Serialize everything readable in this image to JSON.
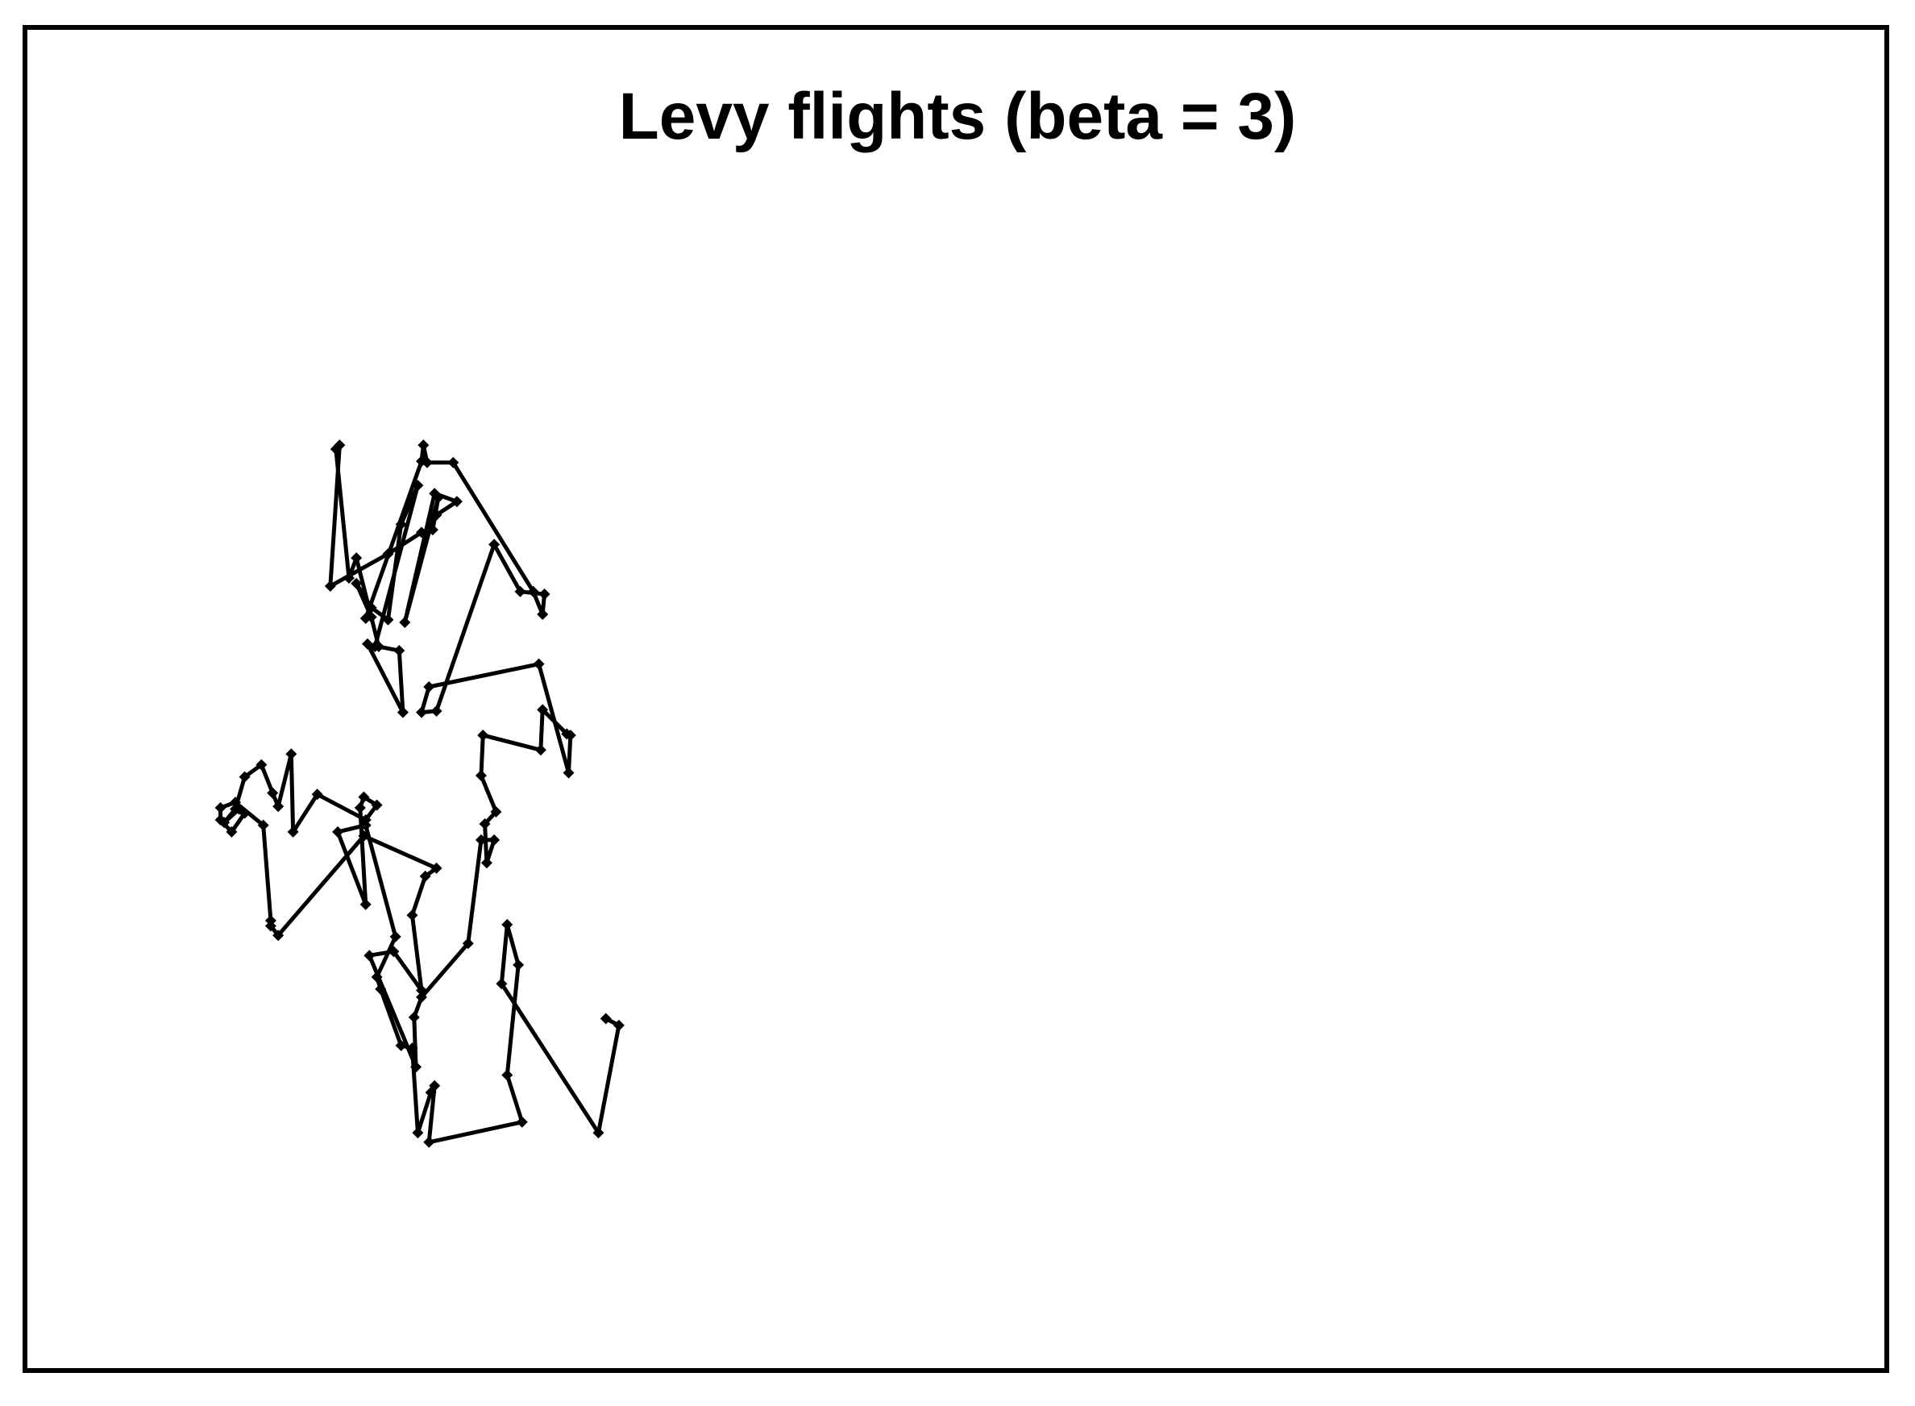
{
  "chart_data": {
    "type": "line",
    "title": "Levy flights (beta = 3)",
    "xlabel": "",
    "ylabel": "",
    "axes_visible": false,
    "grid": false,
    "legend": "none",
    "xlim": [
      0,
      1000
    ],
    "ylim": [
      0,
      1000
    ],
    "line_color": "#000000",
    "marker": "diamond",
    "series": [
      {
        "points": [
          [
            312,
            262
          ],
          [
            319,
            257
          ],
          [
            308,
            177
          ],
          [
            256,
            288
          ],
          [
            259,
            332
          ],
          [
            265,
            302
          ],
          [
            259,
            220
          ],
          [
            267,
            185
          ],
          [
            217,
            170
          ],
          [
            220,
            212
          ],
          [
            218,
            207
          ],
          [
            211,
            177
          ],
          [
            208,
            240
          ],
          [
            202,
            242
          ],
          [
            191,
            284
          ],
          [
            189,
            293
          ],
          [
            199,
            323
          ],
          [
            183,
            406
          ],
          [
            168,
            401
          ],
          [
            183,
            347
          ],
          [
            180,
            419
          ],
          [
            182,
            427
          ],
          [
            189,
            421
          ],
          [
            183,
            410
          ],
          [
            157,
            429
          ],
          [
            144,
            401
          ],
          [
            143,
            459
          ],
          [
            136,
            420
          ],
          [
            133,
            430
          ],
          [
            127,
            451
          ],
          [
            118,
            442
          ],
          [
            113,
            418
          ],
          [
            107,
            408
          ],
          [
            115,
            418
          ],
          [
            118,
            415
          ],
          [
            111,
            401
          ],
          [
            105,
            410
          ],
          [
            105,
            419
          ],
          [
            113,
            423
          ],
          [
            128,
            406
          ],
          [
            132,
            335
          ],
          [
            132,
            331
          ],
          [
            136,
            324
          ],
          [
            182,
            398
          ],
          [
            221,
            374
          ],
          [
            215,
            368
          ],
          [
            208,
            339
          ],
          [
            213,
            283
          ],
          [
            198,
            312
          ],
          [
            185,
            309
          ],
          [
            210,
            226
          ],
          [
            209,
            263
          ],
          [
            213,
            278
          ],
          [
            238,
            318
          ],
          [
            245,
            395
          ],
          [
            252,
            395
          ],
          [
            248,
            378
          ],
          [
            247,
            407
          ],
          [
            253,
            416
          ],
          [
            245,
            443
          ],
          [
            246,
            473
          ],
          [
            277,
            462
          ],
          [
            278,
            492
          ],
          [
            291,
            474
          ],
          [
            293,
            473
          ],
          [
            292,
            445
          ],
          [
            276,
            526
          ],
          [
            217,
            509
          ],
          [
            213,
            490
          ],
          [
            221,
            491
          ],
          [
            252,
            615
          ],
          [
            266,
            580
          ],
          [
            279,
            578
          ],
          [
            278,
            563
          ],
          [
            273,
            580
          ],
          [
            230,
            676
          ],
          [
            216,
            676
          ],
          [
            214,
            689
          ],
          [
            213,
            677
          ],
          [
            183,
            560
          ],
          [
            186,
            561
          ],
          [
            178,
            586
          ],
          [
            186,
            568
          ],
          [
            195,
            559
          ],
          [
            202,
            630
          ],
          [
            211,
            659
          ],
          [
            188,
            539
          ],
          [
            184,
            541
          ],
          [
            203,
            490
          ],
          [
            201,
            536
          ],
          [
            190,
            539
          ],
          [
            178,
            605
          ],
          [
            174,
            590
          ],
          [
            167,
            686
          ],
          [
            169,
            689
          ],
          [
            164,
            584
          ],
          [
            195,
            608
          ],
          [
            213,
            624
          ],
          [
            219,
            626
          ],
          [
            222,
            650
          ],
          [
            204,
            557
          ],
          [
            220,
            653
          ],
          [
            232,
            647
          ],
          [
            221,
            637
          ]
        ]
      }
    ]
  }
}
